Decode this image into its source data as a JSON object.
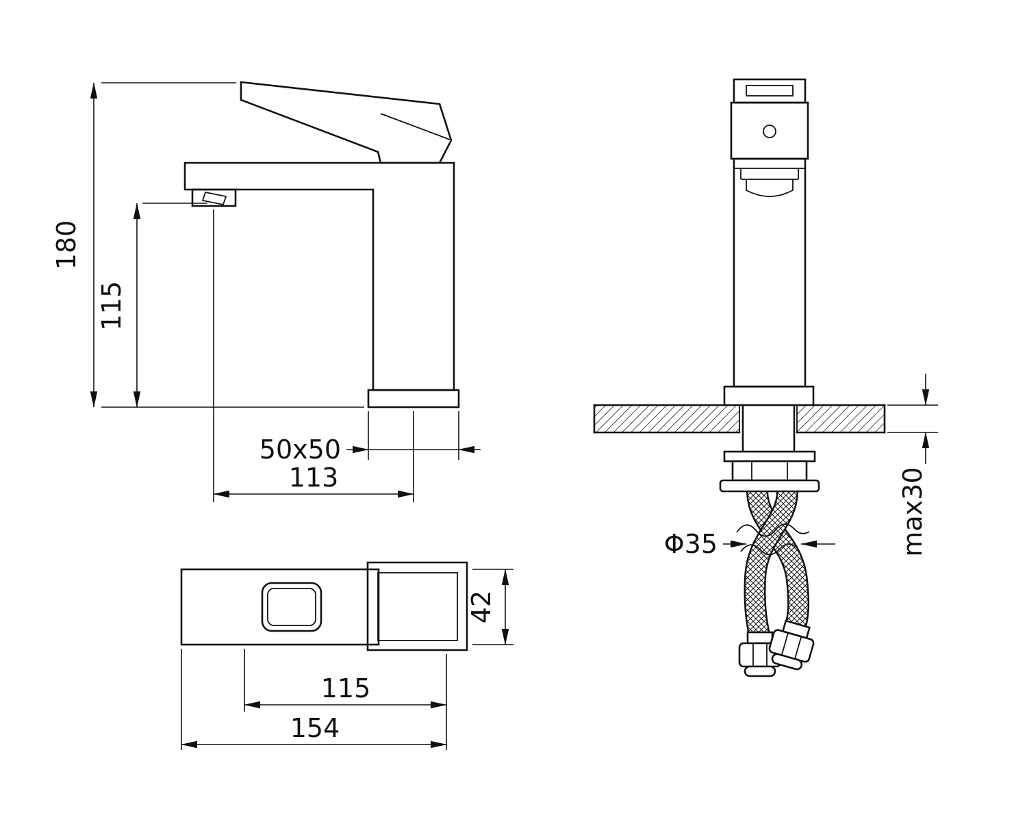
{
  "colors": {
    "line": "#111111",
    "background": "#ffffff"
  },
  "dimensions": {
    "total_height": "180",
    "spout_height": "115",
    "base_section": "50x50",
    "spout_reach": "113",
    "body_width": "42",
    "body_length": "115",
    "overall_length": "154",
    "deck_thickness": "max30",
    "hole_diameter": "Φ35"
  }
}
